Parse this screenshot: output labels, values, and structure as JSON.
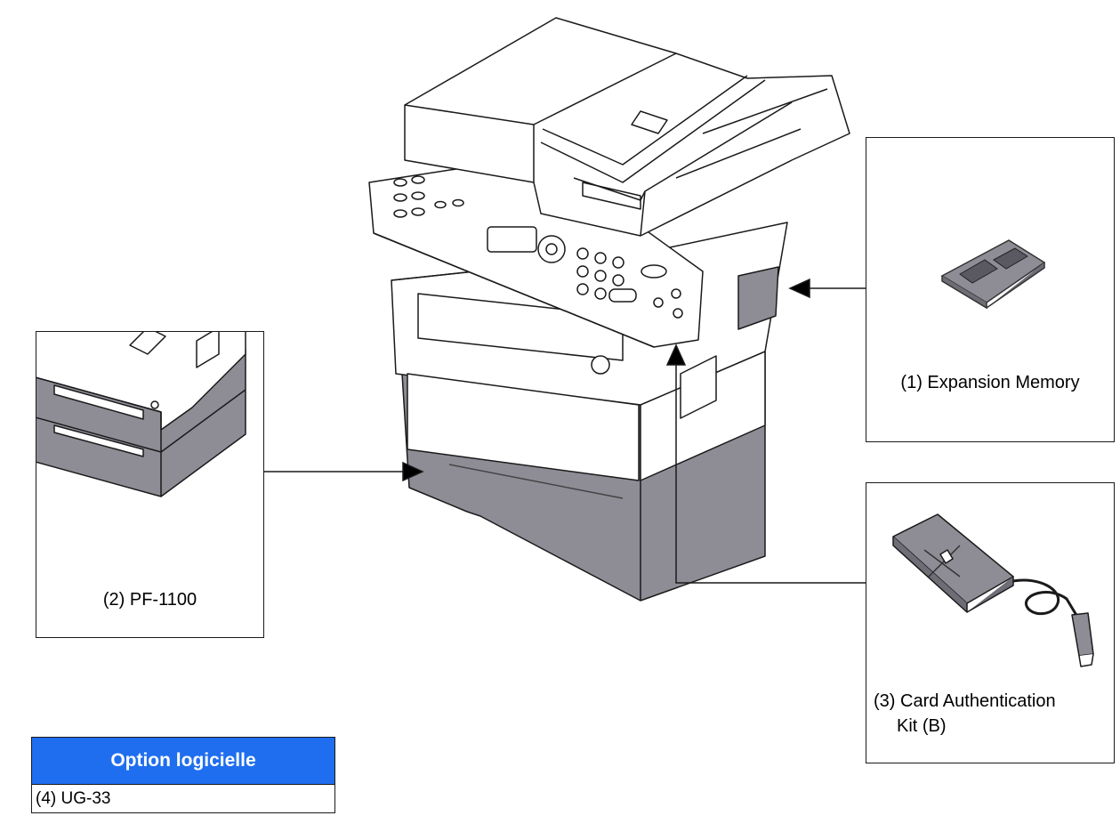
{
  "options": {
    "expansion_memory": {
      "label": "(1) Expansion Memory"
    },
    "paper_feeder": {
      "label": "(2) PF-1100"
    },
    "card_auth_kit": {
      "label_line1": "(3) Card Authentication",
      "label_line2": "Kit (B)"
    }
  },
  "software_option_table": {
    "header": "Option logicielle",
    "rows": [
      "(4) UG-33"
    ]
  },
  "colors": {
    "accent_blue": "#1f6ef0",
    "device_gray": "#8e8d96",
    "outline": "#1a1a1a"
  },
  "icons": [
    "printer-illustration",
    "expansion-memory-icon",
    "paper-feeder-icon",
    "card-reader-icon",
    "arrow-icon"
  ]
}
